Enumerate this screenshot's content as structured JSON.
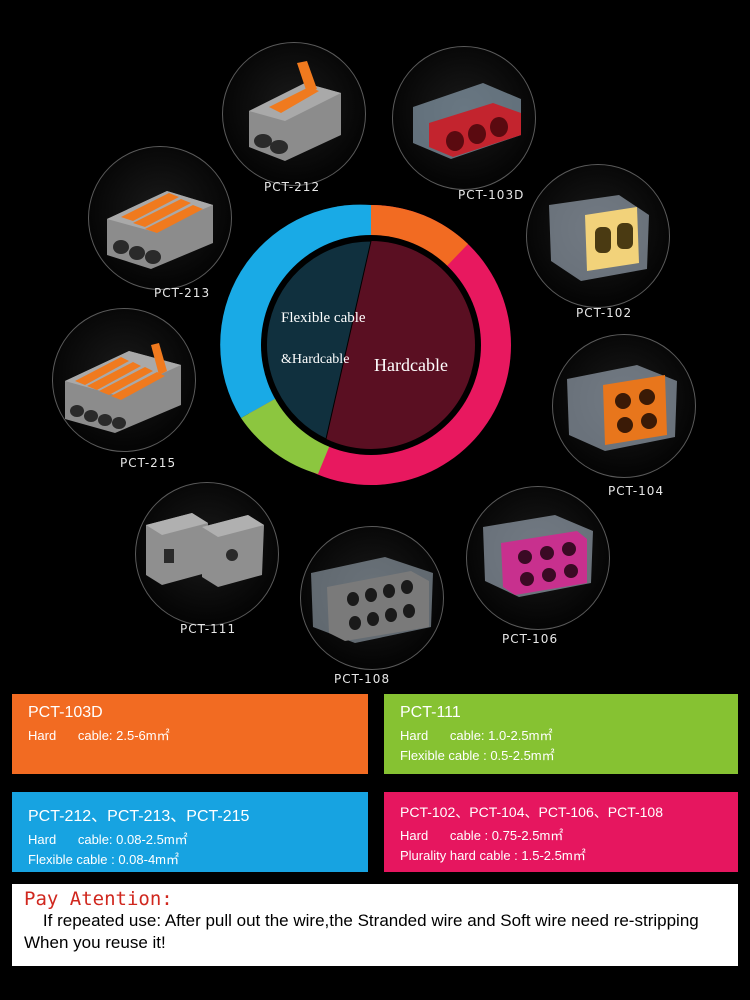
{
  "ring": {
    "inner_left_line1": "Flexible cable",
    "inner_left_line2": "&Hardcable",
    "inner_right": "Hardcable"
  },
  "products": [
    {
      "id": "pct-212",
      "label": "PCT-212",
      "color": "#e8761c"
    },
    {
      "id": "pct-103d",
      "label": "PCT-103D",
      "color": "#c3242e"
    },
    {
      "id": "pct-213",
      "label": "PCT-213",
      "color": "#e8761c"
    },
    {
      "id": "pct-102",
      "label": "PCT-102",
      "color": "#f2d27a"
    },
    {
      "id": "pct-215",
      "label": "PCT-215",
      "color": "#e8761c"
    },
    {
      "id": "pct-104",
      "label": "PCT-104",
      "color": "#e8761c"
    },
    {
      "id": "pct-111",
      "label": "PCT-111",
      "color": "#9a9a9a"
    },
    {
      "id": "pct-106",
      "label": "PCT-106",
      "color": "#c8308e"
    },
    {
      "id": "pct-108",
      "label": "PCT-108",
      "color": "#7a7a7a"
    }
  ],
  "boxes": [
    {
      "title": "PCT-103D",
      "lines": [
        "Hard      cable: 2.5-6m㎡"
      ],
      "color": "#f26b22"
    },
    {
      "title": "PCT-111",
      "lines": [
        "Hard      cable: 1.0-2.5m㎡",
        "Flexible cable : 0.5-2.5m㎡"
      ],
      "color": "#86c232"
    },
    {
      "title": "PCT-212、PCT-213、PCT-215",
      "lines": [
        "Hard      cable: 0.08-2.5m㎡",
        "Flexible cable : 0.08-4m㎡"
      ],
      "color": "#17a3e1"
    },
    {
      "title": "PCT-102、PCT-104、PCT-106、PCT-108",
      "lines": [
        "Hard      cable : 0.75-2.5m㎡",
        "Plurality hard cable : 1.5-2.5m㎡"
      ],
      "color": "#e6165f"
    }
  ],
  "attention": {
    "title": "Pay Atention:",
    "text": "    If repeated use: After pull out the wire,the Stranded wire and Soft wire need re-stripping When you reuse it!"
  },
  "ring_colors": {
    "cyan": "#19aae6",
    "orange": "#f26b22",
    "pink": "#e8185f",
    "green": "#8cc63f",
    "inner_dark": "#10303e",
    "inner_wine": "#5a0f22"
  }
}
